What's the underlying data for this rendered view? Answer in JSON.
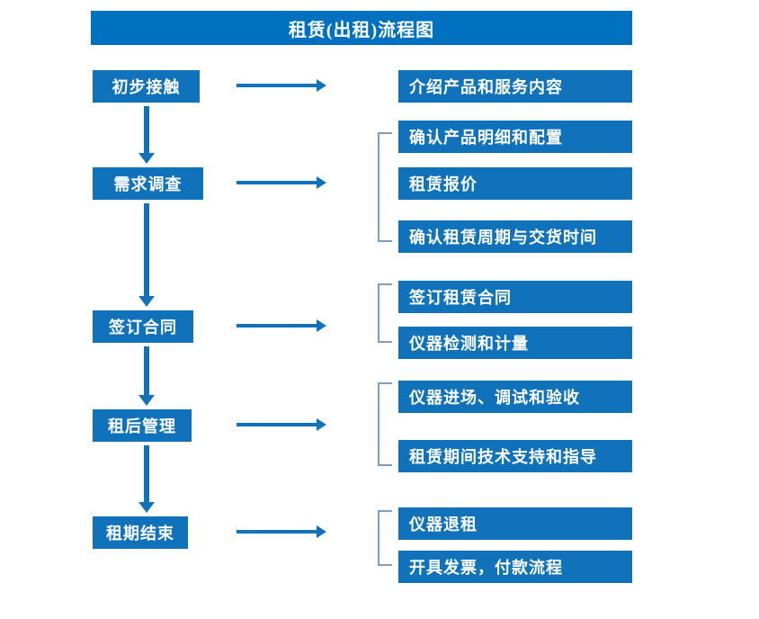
{
  "title": "租赁(出租)流程图",
  "colors": {
    "title_bar": "#0070C0",
    "box": "#0F72BA",
    "arrow": "#1072BA",
    "bracket": "#7D9DC4",
    "text": "#FFFFFF",
    "background": "#FFFFFF"
  },
  "stages": [
    {
      "label": "初步接触"
    },
    {
      "label": "需求调查"
    },
    {
      "label": "签订合同"
    },
    {
      "label": "租后管理"
    },
    {
      "label": "租期结束"
    }
  ],
  "details": [
    {
      "label": "介绍产品和服务内容"
    },
    {
      "label": "确认产品明细和配置"
    },
    {
      "label": "租赁报价"
    },
    {
      "label": "确认租赁周期与交货时间"
    },
    {
      "label": "签订租赁合同"
    },
    {
      "label": "仪器检测和计量"
    },
    {
      "label": "仪器进场、调试和验收"
    },
    {
      "label": "租赁期间技术支持和指导"
    },
    {
      "label": "仪器退租"
    },
    {
      "label": "开具发票，付款流程"
    }
  ]
}
